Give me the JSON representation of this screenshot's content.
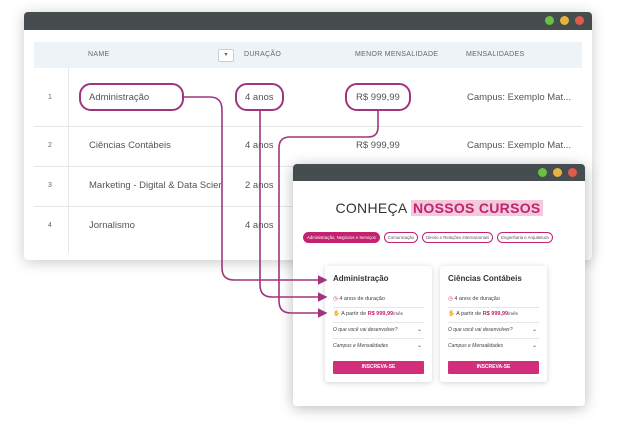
{
  "colors": {
    "accent": "#c2226f",
    "connector": "#a0357e",
    "titlebar": "#464d4f",
    "dot_green": "#6abf45",
    "dot_yellow": "#e4b43c",
    "dot_red": "#e05a4e"
  },
  "table": {
    "columns": [
      "NAME",
      "DURAÇÃO",
      "MENOR MENSALIDADE",
      "MENSALIDADES"
    ],
    "sort_icon": "chevron-down-icon",
    "rows": [
      {
        "index": "1",
        "name": "Administração",
        "duration": "4 anos",
        "price": "R$ 999,99",
        "campus": "Campus: Exemplo Mat..."
      },
      {
        "index": "2",
        "name": "Ciências Contábeis",
        "duration": "4 anos",
        "price": "R$ 999,99",
        "campus": "Campus: Exemplo Mat..."
      },
      {
        "index": "3",
        "name": "Marketing - Digital & Data Scier",
        "duration": "2 anos",
        "price": "",
        "campus": ""
      },
      {
        "index": "4",
        "name": "Jornalismo",
        "duration": "4 anos",
        "price": "",
        "campus": ""
      }
    ]
  },
  "site": {
    "heading_prefix": "CONHEÇA ",
    "heading_highlight": "NOSSOS CURSOS",
    "tabs": [
      {
        "label": "Administração, Negócios e Serviços",
        "active": true
      },
      {
        "label": "Comunicação",
        "active": false
      },
      {
        "label": "Direito e Relações Internacionais",
        "active": false
      },
      {
        "label": "Engenharia e Arquitetura",
        "active": false
      }
    ],
    "cards": [
      {
        "title": "Administração",
        "duration": "4 anos de duração",
        "price_prefix": "A partir de ",
        "price": "R$ 999,99",
        "price_suffix": "/mês",
        "dropdown1": "O que você vai desenvolver?",
        "dropdown2": "Campus e Mensalidades",
        "button": "INSCREVA-SE"
      },
      {
        "title": "Ciências Contábeis",
        "duration": "4 anos de duração",
        "price_prefix": "A partir de ",
        "price": "R$ 999,99",
        "price_suffix": "/mês",
        "dropdown1": "O que você vai desenvolver?",
        "dropdown2": "Campus e Mensalidades",
        "button": "INSCREVA-SE"
      }
    ]
  }
}
